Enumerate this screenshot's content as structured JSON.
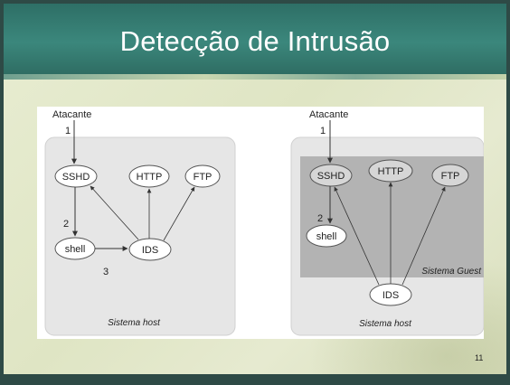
{
  "slide": {
    "title": "Detecção de Intrusão",
    "page_number": "11"
  },
  "left_diagram": {
    "attacker_label": "Atacante",
    "step_1": "1",
    "step_2": "2",
    "step_3": "3",
    "nodes": {
      "sshd": "SSHD",
      "http": "HTTP",
      "ftp": "FTP",
      "shell": "shell",
      "ids": "IDS"
    },
    "container_label": "Sistema host"
  },
  "right_diagram": {
    "attacker_label": "Atacante",
    "step_1": "1",
    "step_2": "2",
    "nodes": {
      "sshd": "SSHD",
      "http": "HTTP",
      "ftp": "FTP",
      "shell": "shell",
      "ids": "IDS"
    },
    "guest_label": "Sistema Guest",
    "container_label": "Sistema host"
  },
  "colors": {
    "title_bar": "#3b877c",
    "host_box": "#e6e6e6",
    "guest_box": "#b3b3b3",
    "node_fill": "#ffffff",
    "node_fill_guest": "#d6d6d6"
  }
}
